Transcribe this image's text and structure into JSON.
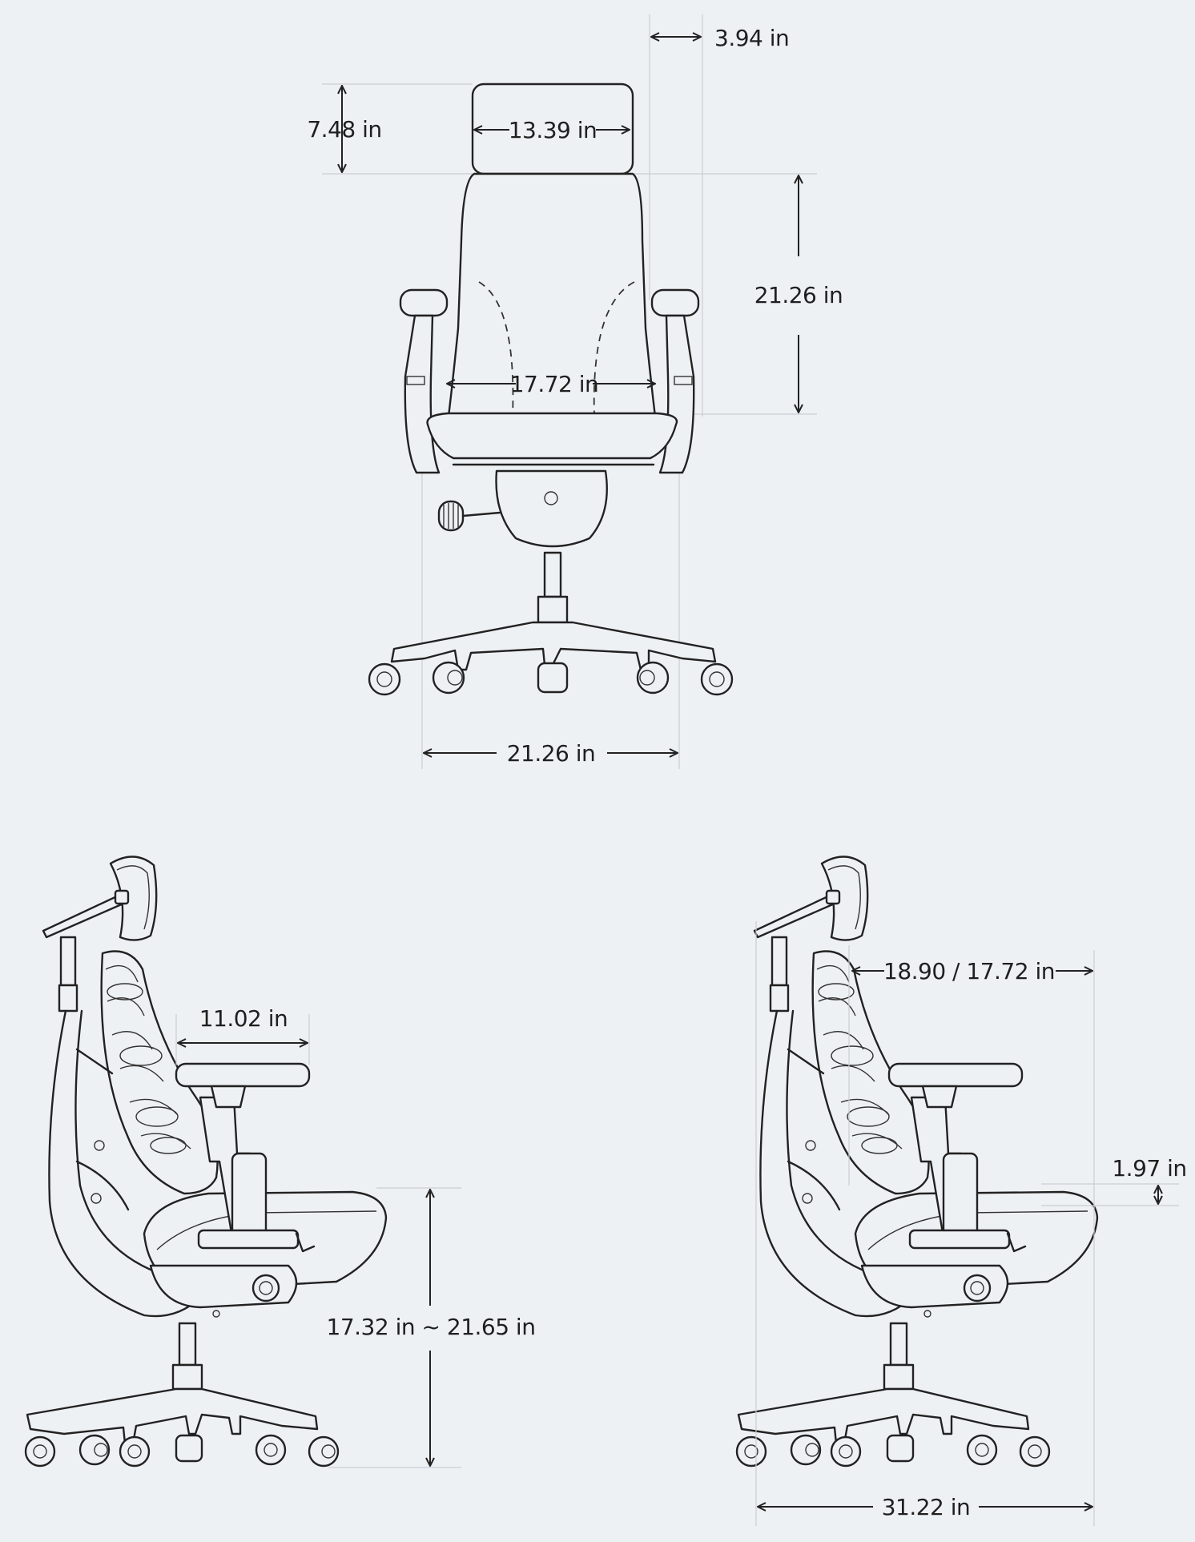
{
  "front_view": {
    "headrest_adjust": "3.94 in",
    "headrest_height": "7.48 in",
    "headrest_width": "13.39 in",
    "backrest_height": "21.26 in",
    "backrest_width": "17.72 in",
    "base_width": "21.26 in"
  },
  "side_view_left": {
    "armrest_depth": "11.02 in",
    "seat_height": "17.32 in ~ 21.65 in"
  },
  "side_view_right": {
    "seat_depth": "18.90 / 17.72 in",
    "seat_tilt": "1.97 in",
    "base_depth": "31.22 in"
  },
  "colors": {
    "background": "#eef1f4",
    "line": "#222222",
    "guide": "#c9ced3"
  }
}
